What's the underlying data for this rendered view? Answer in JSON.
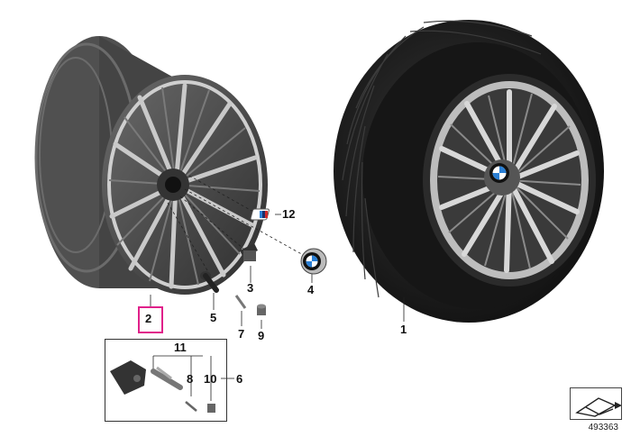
{
  "callouts": {
    "c1": "1",
    "c2": "2",
    "c3": "3",
    "c4": "4",
    "c5": "5",
    "c6": "6",
    "c7": "7",
    "c8": "8",
    "c9": "9",
    "c10": "10",
    "c11": "11",
    "c12": "12"
  },
  "reference_number": "493363",
  "colors": {
    "highlight": "#e0218a",
    "rim_dark": "#4a4a4a",
    "rim_light": "#d9d9d9",
    "tire": "#1c1c1c",
    "line": "#222222"
  },
  "icons": [
    "bmw-logo-icon",
    "m-badge-icon",
    "folded-sheet-icon"
  ]
}
